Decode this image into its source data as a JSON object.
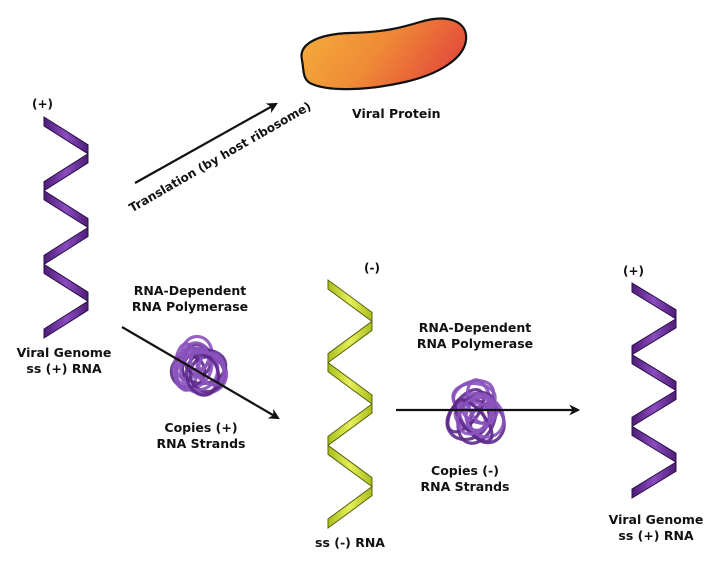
{
  "title": "Positive-sense single-stranded RNA virus replication",
  "colors": {
    "positive_strand": "#6a2a99",
    "negative_strand": "#c8dc2a",
    "protein_light": "#f2a53a",
    "protein_dark": "#e5533a",
    "polymerase": "#7a3ea8",
    "arrow": "#111111"
  },
  "protein": {
    "label": "Viral Protein"
  },
  "translation": {
    "label": "Translation (by host ribosome)"
  },
  "genome_left": {
    "sign": "(+)",
    "label_line1": "Viral Genome",
    "label_line2": "ss (+) RNA"
  },
  "polymerase_1": {
    "name_line1": "RNA-Dependent",
    "name_line2": "RNA Polymerase",
    "action_line1": "Copies (+)",
    "action_line2": "RNA Strands"
  },
  "negative_strand": {
    "sign": "(-)",
    "label": "ss (-) RNA"
  },
  "polymerase_2": {
    "name_line1": "RNA-Dependent",
    "name_line2": "RNA Polymerase",
    "action_line1": "Copies (-)",
    "action_line2": "RNA Strands"
  },
  "genome_right": {
    "sign": "(+)",
    "label_line1": "Viral Genome",
    "label_line2": "ss (+) RNA"
  }
}
